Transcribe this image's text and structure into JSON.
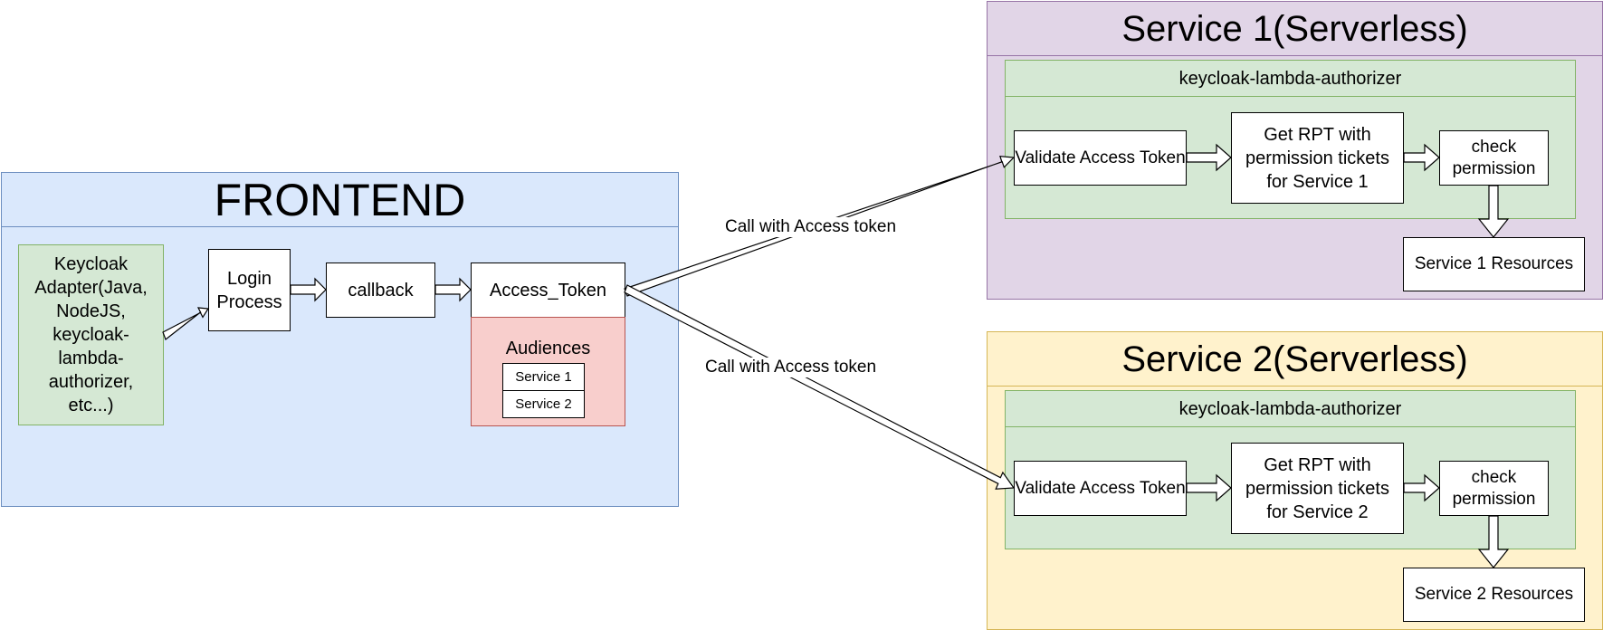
{
  "frontend": {
    "title": "FRONTEND",
    "adapter_label": "Keycloak Adapter(Java, NodeJS, keycloak-lambda-authorizer, etc...)",
    "login_label": "Login Process",
    "callback_label": "callback",
    "access_token_label": "Access_Token",
    "audiences": {
      "title": "Audiences",
      "items": [
        "Service 1",
        "Service 2"
      ]
    }
  },
  "edges": {
    "call1_label": "Call with Access token",
    "call2_label": "Call with Access token"
  },
  "service1": {
    "title": "Service 1(Serverless)",
    "authorizer_title": "keycloak-lambda-authorizer",
    "validate_label": "Validate Access Token",
    "rpt_label": "Get RPT with permission tickets for Service 1",
    "check_label": "check permission",
    "resources_label": "Service 1 Resources"
  },
  "service2": {
    "title": "Service 2(Serverless)",
    "authorizer_title": "keycloak-lambda-authorizer",
    "validate_label": "Validate Access Token",
    "rpt_label": "Get RPT with permission tickets for Service 2",
    "check_label": "check permission",
    "resources_label": "Service 2 Resources"
  },
  "colors": {
    "frontend_fill": "#dae8fc",
    "frontend_stroke": "#6c8ebf",
    "service1_fill": "#e1d5e7",
    "service1_stroke": "#9673a6",
    "service2_fill": "#fff2cc",
    "service2_stroke": "#d6b656",
    "authorizer_fill": "#d5e8d4",
    "authorizer_stroke": "#82b366",
    "audiences_fill": "#f8cecc",
    "audiences_stroke": "#b85450"
  }
}
